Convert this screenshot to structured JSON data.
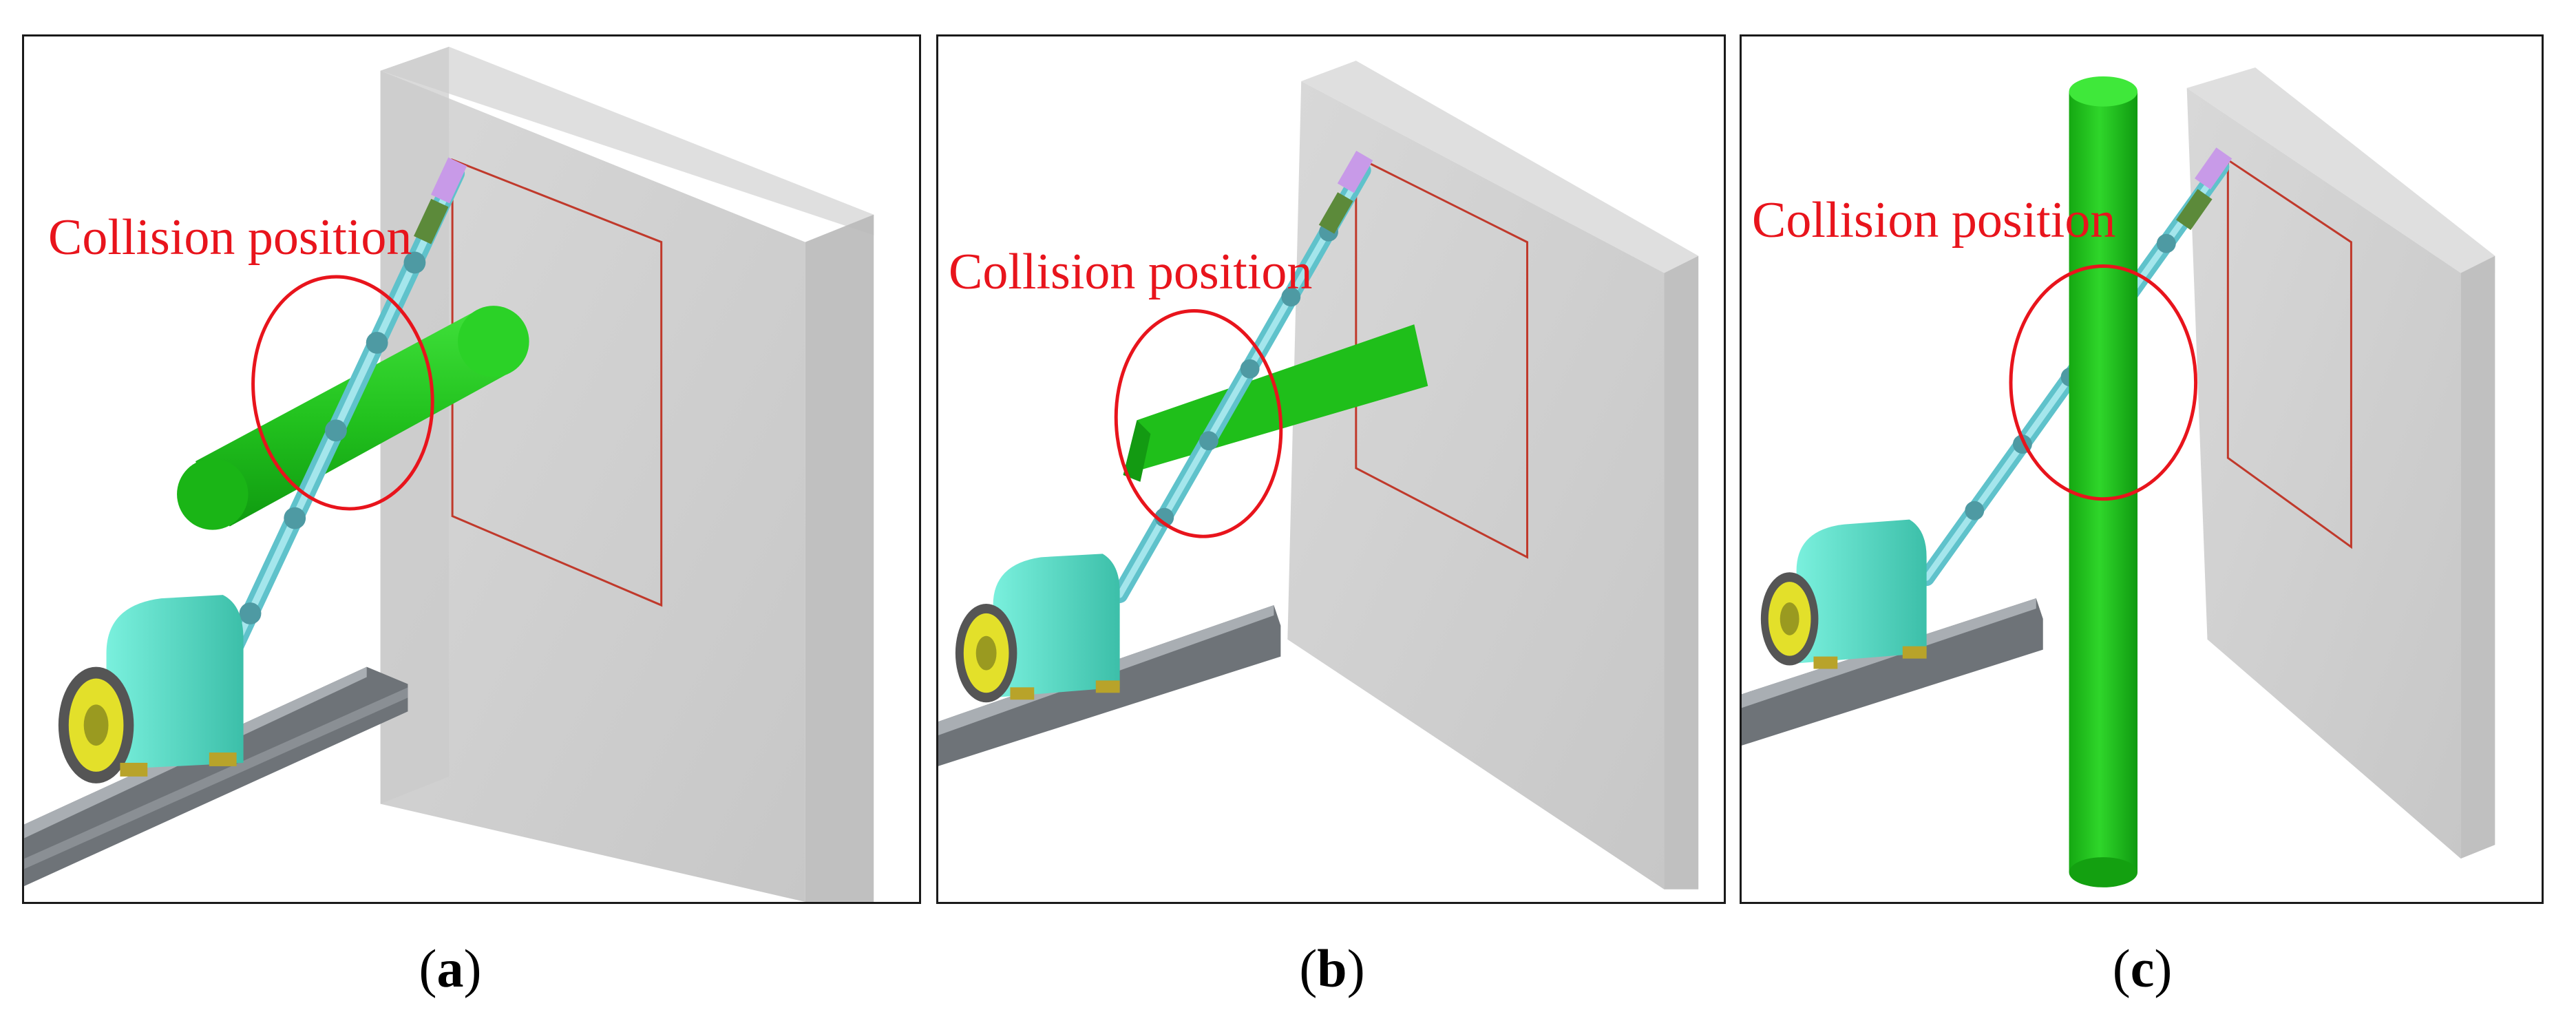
{
  "figure": {
    "panels": [
      {
        "id": "a",
        "annotation": "Collision position",
        "obstacle": "horizontal-cylinder",
        "caption_open": "(",
        "caption_letter": "a",
        "caption_close": ")"
      },
      {
        "id": "b",
        "annotation": "Collision position",
        "obstacle": "inclined-plate",
        "caption_open": "(",
        "caption_letter": "b",
        "caption_close": ")"
      },
      {
        "id": "c",
        "annotation": "Collision position",
        "obstacle": "vertical-cylinder",
        "caption_open": "(",
        "caption_letter": "c",
        "caption_close": ")"
      }
    ],
    "colors": {
      "obstacle_green": "#22c21e",
      "obstacle_green_dark": "#0f9a10",
      "arm_cyan": "#7fd6dc",
      "base_cyan": "#5fe0cc",
      "wall_grey": "#d0d0d0",
      "rail_grey": "#6e7378",
      "annotation_red": "#e8141c",
      "target_frame_red": "#c0392b"
    }
  }
}
